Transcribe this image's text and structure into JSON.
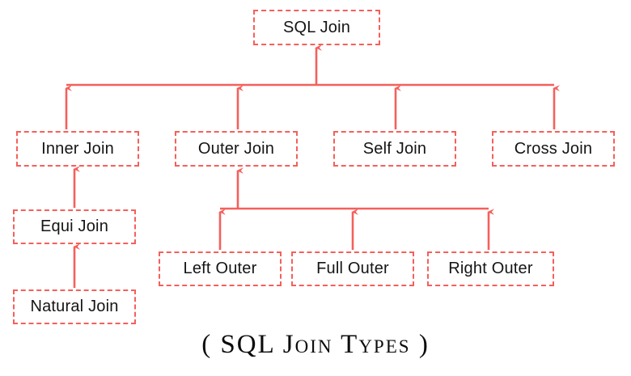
{
  "diagram": {
    "title_caption": "( SQL Join Types )",
    "accent_color": "#f4605c",
    "text_color": "#151515",
    "background_color": "#ffffff",
    "nodes": {
      "root": {
        "label": "SQL Join"
      },
      "inner": {
        "label": "Inner Join"
      },
      "outer": {
        "label": "Outer Join"
      },
      "self": {
        "label": "Self Join"
      },
      "cross": {
        "label": "Cross Join"
      },
      "equi": {
        "label": "Equi Join"
      },
      "natural": {
        "label": "Natural Join"
      },
      "left_outer": {
        "label": "Left Outer"
      },
      "full_outer": {
        "label": "Full Outer"
      },
      "right_outer": {
        "label": "Right Outer"
      }
    },
    "edges": [
      {
        "from": "inner",
        "to": "root",
        "direction": "up"
      },
      {
        "from": "outer",
        "to": "root",
        "direction": "up"
      },
      {
        "from": "self",
        "to": "root",
        "direction": "up"
      },
      {
        "from": "cross",
        "to": "root",
        "direction": "up"
      },
      {
        "from": "equi",
        "to": "inner",
        "direction": "up"
      },
      {
        "from": "natural",
        "to": "equi",
        "direction": "up"
      },
      {
        "from": "left_outer",
        "to": "outer",
        "direction": "up"
      },
      {
        "from": "full_outer",
        "to": "outer",
        "direction": "up"
      },
      {
        "from": "right_outer",
        "to": "outer",
        "direction": "up"
      }
    ]
  }
}
